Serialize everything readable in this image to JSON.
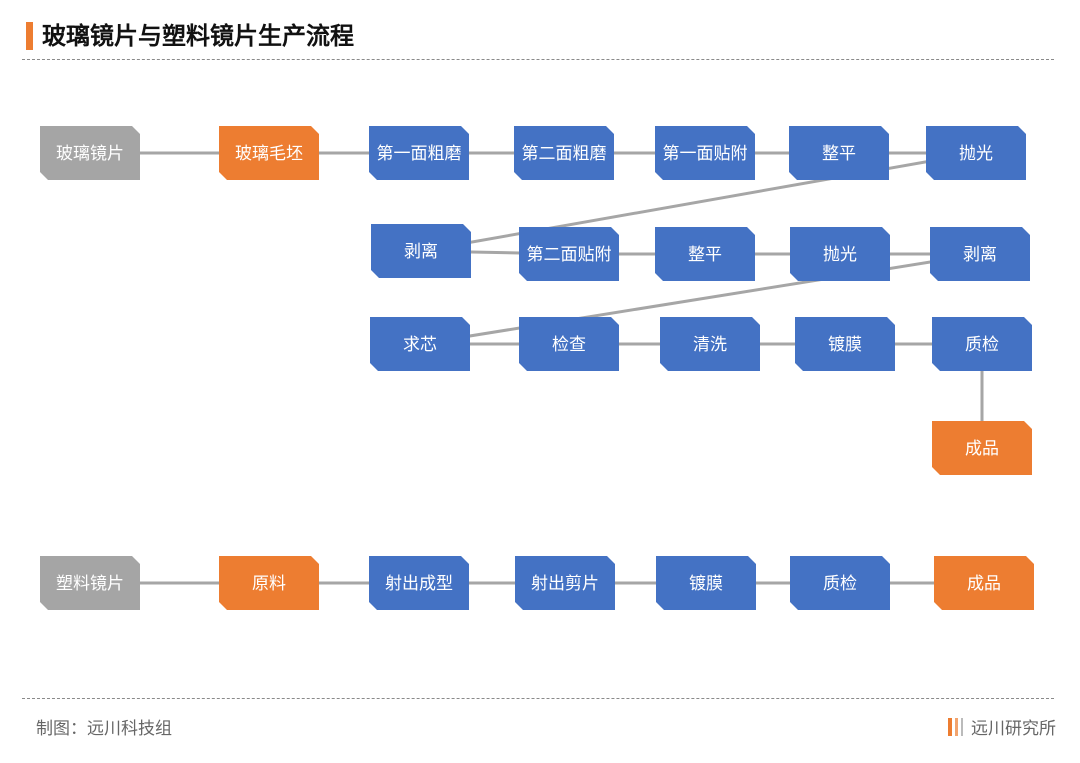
{
  "title": "玻璃镜片与塑料镜片生产流程",
  "footer": {
    "left": "制图：远川科技组",
    "right": "远川研究所"
  },
  "colors": {
    "start": "#A5A5A5",
    "material": "#ED7D31",
    "process": "#4472C4",
    "product": "#ED7D31",
    "connector": "#A6A6A6",
    "accent": "#ED7D31"
  },
  "diagram": {
    "nodes": [
      {
        "id": "g_lens",
        "label": "玻璃镜片",
        "kind": "start"
      },
      {
        "id": "g_blank",
        "label": "玻璃毛坯",
        "kind": "material"
      },
      {
        "id": "g_rough1",
        "label": "第一面粗磨",
        "kind": "process"
      },
      {
        "id": "g_rough2",
        "label": "第二面粗磨",
        "kind": "process"
      },
      {
        "id": "g_attach1",
        "label": "第一面贴附",
        "kind": "process"
      },
      {
        "id": "g_level1",
        "label": "整平",
        "kind": "process"
      },
      {
        "id": "g_polish1",
        "label": "抛光",
        "kind": "process"
      },
      {
        "id": "g_strip1",
        "label": "剥离",
        "kind": "process"
      },
      {
        "id": "g_attach2",
        "label": "第二面贴附",
        "kind": "process"
      },
      {
        "id": "g_level2",
        "label": "整平",
        "kind": "process"
      },
      {
        "id": "g_polish2",
        "label": "抛光",
        "kind": "process"
      },
      {
        "id": "g_strip2",
        "label": "剥离",
        "kind": "process"
      },
      {
        "id": "g_center",
        "label": "求芯",
        "kind": "process"
      },
      {
        "id": "g_inspect",
        "label": "检查",
        "kind": "process"
      },
      {
        "id": "g_clean",
        "label": "清洗",
        "kind": "process"
      },
      {
        "id": "g_coat",
        "label": "镀膜",
        "kind": "process"
      },
      {
        "id": "g_qc",
        "label": "质检",
        "kind": "process"
      },
      {
        "id": "g_final",
        "label": "成品",
        "kind": "product"
      },
      {
        "id": "p_lens",
        "label": "塑料镜片",
        "kind": "start"
      },
      {
        "id": "p_raw",
        "label": "原料",
        "kind": "material"
      },
      {
        "id": "p_mold",
        "label": "射出成型",
        "kind": "process"
      },
      {
        "id": "p_cut",
        "label": "射出剪片",
        "kind": "process"
      },
      {
        "id": "p_coat",
        "label": "镀膜",
        "kind": "process"
      },
      {
        "id": "p_qc",
        "label": "质检",
        "kind": "process"
      },
      {
        "id": "p_final",
        "label": "成品",
        "kind": "product"
      }
    ],
    "edges": [
      [
        "g_lens",
        "g_blank"
      ],
      [
        "g_blank",
        "g_rough1"
      ],
      [
        "g_rough1",
        "g_rough2"
      ],
      [
        "g_rough2",
        "g_attach1"
      ],
      [
        "g_attach1",
        "g_level1"
      ],
      [
        "g_level1",
        "g_polish1"
      ],
      [
        "g_polish1",
        "g_strip1"
      ],
      [
        "g_strip1",
        "g_attach2"
      ],
      [
        "g_attach2",
        "g_level2"
      ],
      [
        "g_level2",
        "g_polish2"
      ],
      [
        "g_polish2",
        "g_strip2"
      ],
      [
        "g_strip2",
        "g_center"
      ],
      [
        "g_center",
        "g_inspect"
      ],
      [
        "g_inspect",
        "g_clean"
      ],
      [
        "g_clean",
        "g_coat"
      ],
      [
        "g_coat",
        "g_qc"
      ],
      [
        "g_qc",
        "g_final"
      ],
      [
        "p_lens",
        "p_raw"
      ],
      [
        "p_raw",
        "p_mold"
      ],
      [
        "p_mold",
        "p_cut"
      ],
      [
        "p_cut",
        "p_coat"
      ],
      [
        "p_coat",
        "p_qc"
      ],
      [
        "p_qc",
        "p_final"
      ]
    ]
  }
}
